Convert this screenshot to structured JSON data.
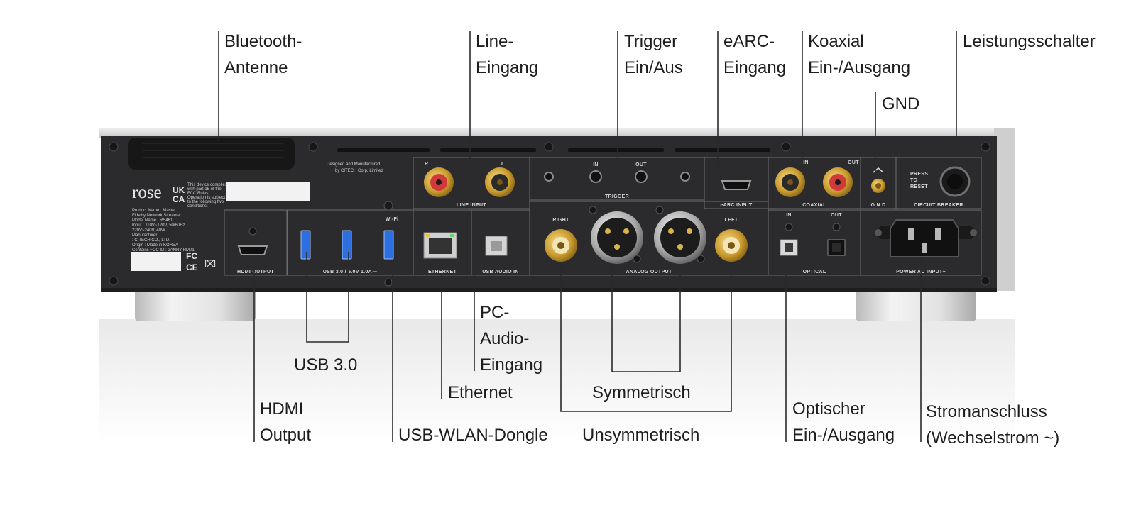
{
  "device": {
    "brand": "rose",
    "marks": [
      "UK",
      "CA"
    ],
    "designed_by": [
      "Designed and Manufactured",
      "by CITECH Corp. Limited"
    ],
    "info_lines": [
      "Product Name : Master",
      "Fidelity Network Streamer",
      "Model Name : RS461",
      "Input : 110V~120V, 50/60Hz",
      "220V~240V, 40W",
      "Manufacturer",
      ": CITECH CO., LTD.",
      "Origin : Made in KOREA",
      "Contains FCC ID : 2ANRY-RM01"
    ],
    "compliance_text": [
      "This device complies",
      "with part 15 of the",
      "FCC Rules.",
      "Operation is subject",
      "to the following two",
      "conditions:"
    ],
    "panel_labels": {
      "hdmi_output": "HDMI OUTPUT",
      "usb": "USB 3.0 / 5.0V 1.0A ═",
      "wifi": "Wi-Fi",
      "line_input": "LINE INPUT",
      "line_r": "R",
      "line_l": "L",
      "ethernet": "ETHERNET",
      "usb_audio_in": "USB AUDIO IN",
      "trigger": "TRIGGER",
      "trigger_in": "IN",
      "trigger_out": "OUT",
      "earc_input": "eARC INPUT",
      "coaxial": "COAXIAL",
      "coaxial_in": "IN",
      "coaxial_out": "OUT",
      "gnd": "G N D",
      "circuit_breaker": "CIRCUIT BREAKER",
      "press_to_reset": [
        "PRESS",
        "TO",
        "RESET"
      ],
      "analog_output": "ANALOG OUTPUT",
      "right": "RIGHT",
      "left": "LEFT",
      "optical": "OPTICAL",
      "optical_in": "IN",
      "optical_out": "OUT",
      "power": "POWER AC INPUT~"
    }
  },
  "callouts": {
    "bluetooth": [
      "Bluetooth-",
      "Antenne"
    ],
    "line_in": [
      "Line-",
      "Eingang"
    ],
    "trigger": [
      "Trigger",
      "Ein/Aus"
    ],
    "earc": [
      "eARC-",
      "Eingang"
    ],
    "coaxial": [
      "Koaxial",
      "Ein-/Ausgang"
    ],
    "breaker": [
      "Leistungsschalter"
    ],
    "gnd": [
      "GND"
    ],
    "pc_audio": [
      "PC-",
      "Audio-",
      "Eingang"
    ],
    "usb3": [
      "USB 3.0"
    ],
    "ethernet": [
      "Ethernet"
    ],
    "symmetric": [
      "Symmetrisch"
    ],
    "hdmi": [
      "HDMI",
      "Output"
    ],
    "usb_wlan": [
      "USB-WLAN-Dongle"
    ],
    "unsymmetric": [
      "Unsymmetrisch"
    ],
    "optical": [
      "Optischer",
      "Ein-/Ausgang"
    ],
    "power": [
      "Stromanschluss",
      "(Wechselstrom ~)"
    ]
  }
}
